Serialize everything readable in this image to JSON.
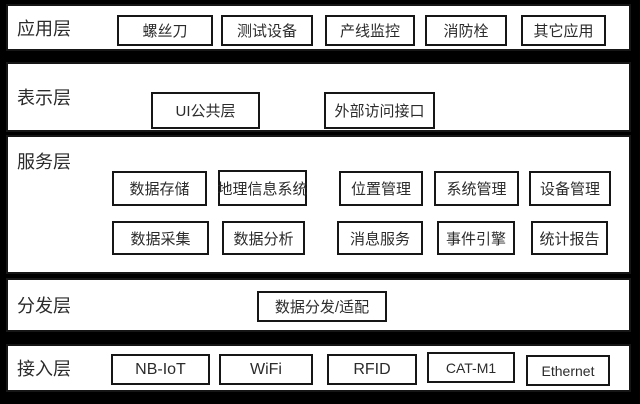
{
  "colors": {
    "background": "#000000",
    "band": "#ffffff",
    "border": "#161616",
    "text": "#2b2b2b"
  },
  "layers": [
    {
      "label": "应用层",
      "boxes": [
        "螺丝刀",
        "测试设备",
        "产线监控",
        "消防栓",
        "其它应用"
      ]
    },
    {
      "label": "表示层",
      "boxes": [
        "UI公共层",
        "外部访问接口"
      ]
    },
    {
      "label": "服务层",
      "boxes": [
        "数据存储",
        "地理信息系统",
        "位置管理",
        "系统管理",
        "设备管理",
        "数据采集",
        "数据分析",
        "消息服务",
        "事件引擎",
        "统计报告"
      ]
    },
    {
      "label": "分发层",
      "boxes": [
        "数据分发/适配"
      ]
    },
    {
      "label": "接入层",
      "boxes": [
        "NB-IoT",
        "WiFi",
        "RFID",
        "CAT-M1",
        "Ethernet"
      ]
    }
  ]
}
